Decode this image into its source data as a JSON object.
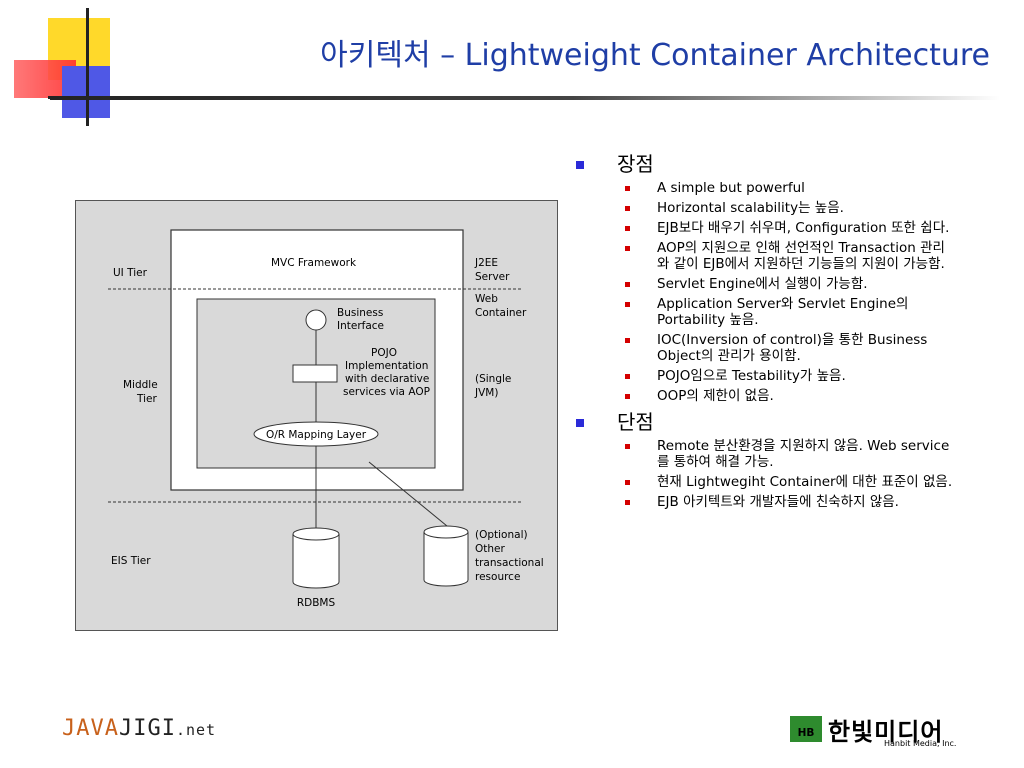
{
  "title": "아키텍처 – Lightweight Container Architecture",
  "diagram": {
    "tiers": [
      "UI Tier",
      "Middle Tier",
      "EIS Tier"
    ],
    "mvc_framework": "MVC Framework",
    "j2ee_server": [
      "J2EE",
      "Server"
    ],
    "web_container": [
      "Web",
      "Container"
    ],
    "single_jvm": [
      "(Single",
      "JVM)"
    ],
    "business_interface": [
      "Business",
      "Interface"
    ],
    "pojo_impl": [
      "POJO",
      "Implementation",
      "with declarative",
      "services via AOP"
    ],
    "or_mapping": "O/R Mapping Layer",
    "rdbms": "RDBMS",
    "optional_resource": [
      "(Optional)",
      "Other",
      "transactional",
      "resource"
    ]
  },
  "sections": [
    {
      "heading": "장점",
      "items": [
        "A simple but powerful",
        "Horizontal scalability는 높음.",
        "EJB보다 배우기 쉬우며, Configuration 또한 쉽다.",
        "AOP의 지원으로 인해 선언적인 Transaction 관리와 같이 EJB에서 지원하던 기능들의 지원이 가능함.",
        "Servlet Engine에서 실행이 가능함.",
        "Application Server와 Servlet Engine의 Portability 높음.",
        "IOC(Inversion of control)을 통한 Business Object의 관리가 용이함.",
        "POJO임으로 Testability가 높음.",
        "OOP의 제한이 없음."
      ]
    },
    {
      "heading": "단점",
      "items": [
        "Remote 분산환경을 지원하지 않음. Web service를 통하여 해결 가능.",
        "현재 Lightwegiht Container에 대한 표준이 없음.",
        "EJB 아키텍트와 개발자들에 친숙하지 않음."
      ]
    }
  ],
  "footer": {
    "left_part1": "JAVA",
    "left_part2": "JIGI",
    "left_suffix": ".net",
    "right_logo": "HB",
    "right_name": "한빛미디어",
    "right_sub": "Hanbit Media, Inc."
  },
  "colors": {
    "title": "#1f3ea6",
    "section_bullet": "#2a2ad8",
    "item_bullet": "#d40000",
    "diagram_bg": "#d9d9d9"
  }
}
